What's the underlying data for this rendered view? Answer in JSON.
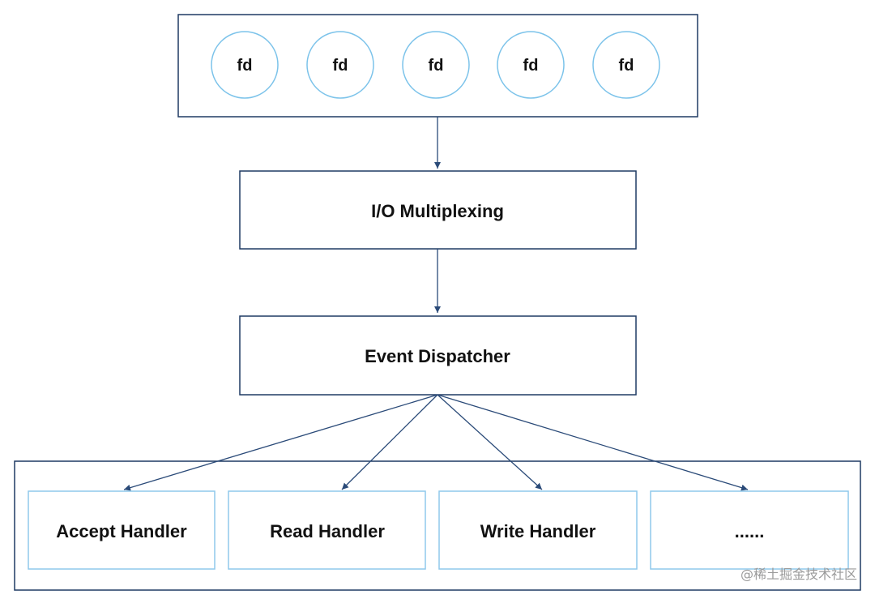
{
  "fd_set": {
    "items": [
      "fd",
      "fd",
      "fd",
      "fd",
      "fd"
    ]
  },
  "multiplexer": {
    "label": "I/O Multiplexing"
  },
  "dispatcher": {
    "label": "Event Dispatcher"
  },
  "handlers": {
    "items": [
      "Accept Handler",
      "Read Handler",
      "Write Handler",
      "......"
    ]
  },
  "watermark": "@稀土掘金技术社区",
  "colors": {
    "frame": "#1f3a63",
    "circle": "#7cc3ea",
    "handler_box": "#8fc9ec",
    "arrow": "#2a4a78",
    "text": "#111111"
  }
}
